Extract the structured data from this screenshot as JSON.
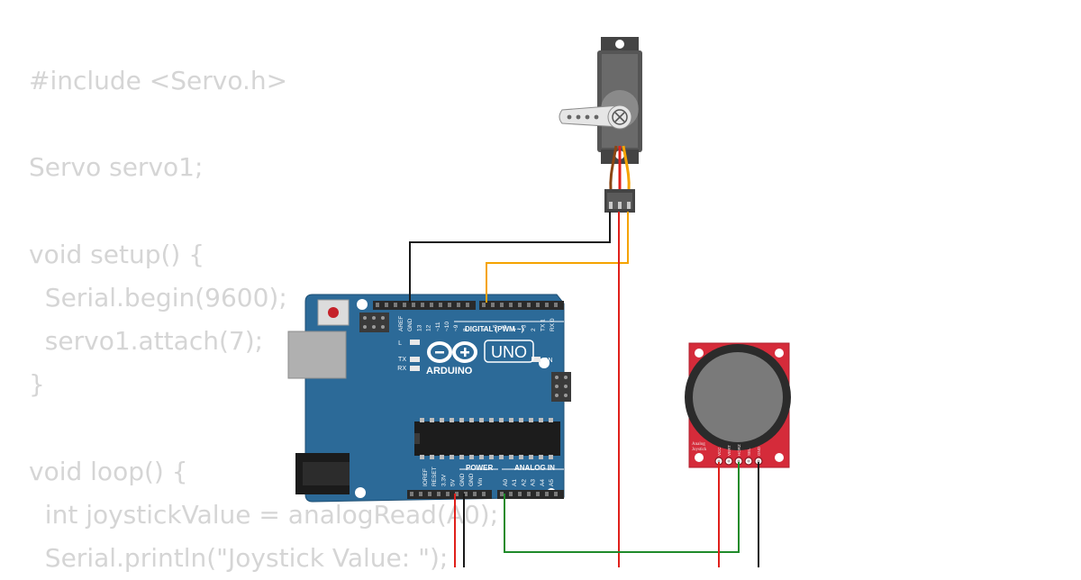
{
  "code_lines": [
    "#include <Servo.h>",
    "",
    "Servo servo1;",
    "",
    "void setup() {",
    "  Serial.begin(9600);",
    "  servo1.attach(7);",
    "}",
    "",
    "void loop() {",
    "  int joystickValue = analogRead(A0);",
    "  Serial.println(\"Joystick Value: \");"
  ],
  "board": {
    "model_label": "UNO",
    "brand_label": "ARDUINO",
    "digital_header_label": "DIGITAL (PWM ~)",
    "power_label": "POWER",
    "analog_label": "ANALOG IN",
    "led_l": "L",
    "led_tx": "TX",
    "led_rx": "RX",
    "led_on": "ON",
    "digital_pins": [
      "AREF",
      "GND",
      "13",
      "12",
      "~11",
      "~10",
      "~9",
      "8",
      "7",
      "~6",
      "~5",
      "4",
      "~3",
      "2",
      "TX 1",
      "RX 0"
    ],
    "power_pins": [
      "IOREF",
      "RESET",
      "3.3V",
      "5V",
      "GND",
      "GND",
      "Vin"
    ],
    "analog_pins": [
      "A0",
      "A1",
      "A2",
      "A3",
      "A4",
      "A5"
    ]
  },
  "joystick": {
    "label_line1": "Analog",
    "label_line2": "Joystick",
    "pins": [
      "VCC",
      "VERT",
      "HORZ",
      "SEL",
      "GND"
    ]
  },
  "colors": {
    "code_text": "#d5d5d5",
    "board_blue": "#2c6a98",
    "header_black": "#2a2a2a",
    "wire_red": "#e0201b",
    "wire_black": "#1a1a1a",
    "wire_orange": "#f5a300",
    "wire_green": "#1f8a2a",
    "joystick_red": "#d52b3a",
    "servo_gray": "#555555"
  }
}
